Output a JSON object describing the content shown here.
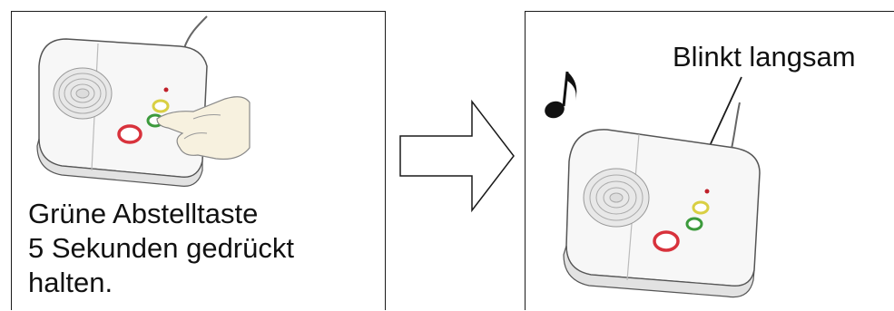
{
  "left_panel": {
    "caption_lines": [
      "Grüne Abstelltaste",
      "5 Sekunden gedrückt",
      "halten."
    ]
  },
  "right_panel": {
    "annotation": "Blinkt langsam",
    "music_icon": "eighth-note-icon"
  },
  "arrow_icon": "right-arrow-icon",
  "colors": {
    "red_button": "#d8323c",
    "yellow_button": "#d9cf43",
    "green_button": "#3c9a3c",
    "indicator": "#c0202a",
    "outline": "#1a1a1a",
    "device_shade": "#e6e6e6"
  }
}
